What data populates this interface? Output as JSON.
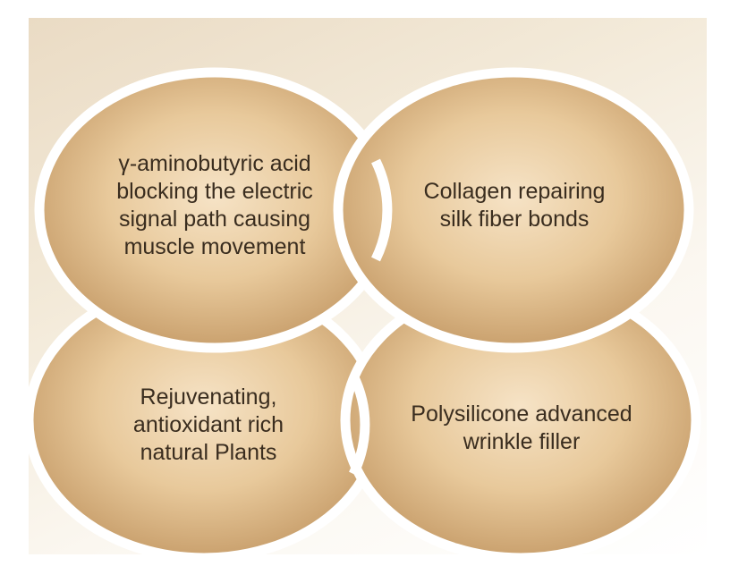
{
  "diagram": {
    "circles": [
      {
        "id": "tl",
        "text": "γ-aminobutyric acid\nblocking the electric\nsignal path causing\nmuscle movement"
      },
      {
        "id": "tr",
        "text": "Collagen repairing\nsilk fiber bonds"
      },
      {
        "id": "bl",
        "text": "Rejuvenating,\nantioxidant rich\nnatural Plants"
      },
      {
        "id": "br",
        "text": "Polysilicone advanced\nwrinkle filler"
      }
    ],
    "colors": {
      "fill_center": "#f6e3c6",
      "fill_edge": "#c9a06d",
      "ring": "#ffffff",
      "text": "#3a2d1f"
    }
  }
}
